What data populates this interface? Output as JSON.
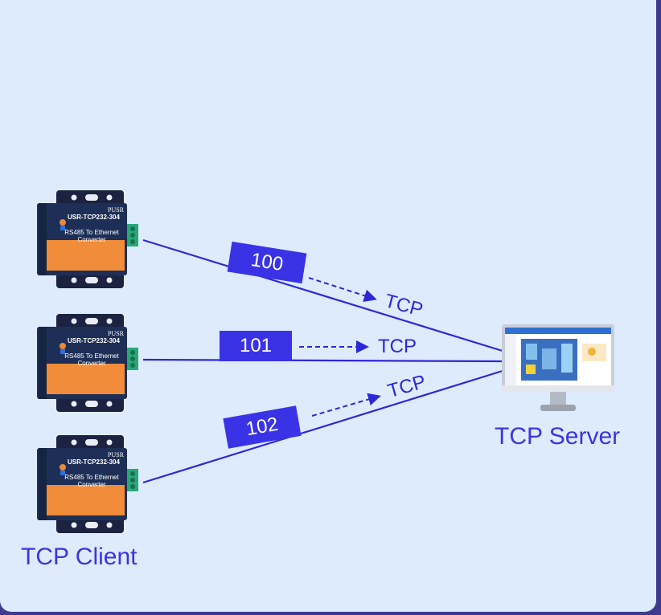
{
  "diagram": {
    "client_label": "TCP Client",
    "server_label": "TCP Server",
    "device": {
      "brand": "PUSR",
      "model": "USR-TCP232-304",
      "description_line1": "RS485 To Ethernet",
      "description_line2": "Converter"
    },
    "connections": [
      {
        "id": "100",
        "protocol": "TCP"
      },
      {
        "id": "101",
        "protocol": "TCP"
      },
      {
        "id": "102",
        "protocol": "TCP"
      }
    ],
    "colors": {
      "background": "#deebfd",
      "line": "#2c28d8",
      "tag": "#3a33e6",
      "device_body": "#1e2f57",
      "device_orange": "#f08c3a",
      "terminal": "#27a877"
    }
  }
}
